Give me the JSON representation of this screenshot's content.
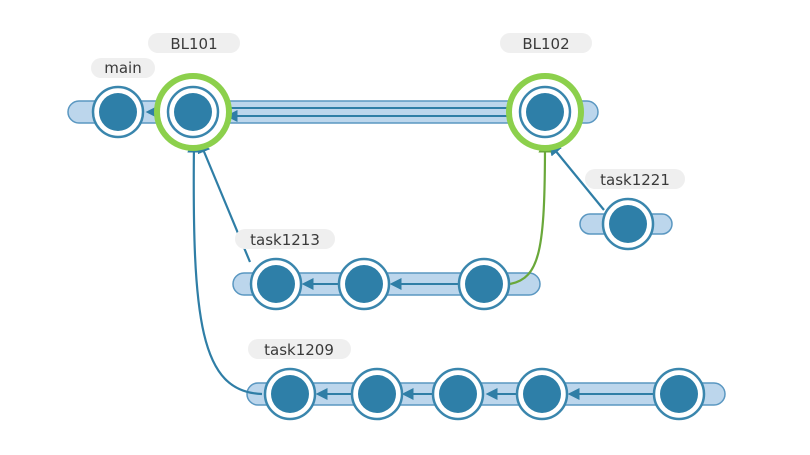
{
  "labels": {
    "main": "main",
    "bl101": "BL101",
    "bl102": "BL102",
    "task1221": "task1221",
    "task1213": "task1213",
    "task1209": "task1209"
  },
  "colors": {
    "node_fill": "#2e7fa8",
    "node_ring": "#3a86ad",
    "track_fill": "#bcd6ec",
    "track_stroke": "#5a97c1",
    "edge": "#2f7ea6",
    "merge_edge": "#6aa83a",
    "highlight": "#8cd04c",
    "label_bg": "#efefef"
  },
  "diagram": {
    "kind": "git-branch-graph",
    "branches": [
      "main",
      "task1213",
      "task1221",
      "task1209"
    ],
    "baselines": [
      "BL101",
      "BL102"
    ]
  }
}
